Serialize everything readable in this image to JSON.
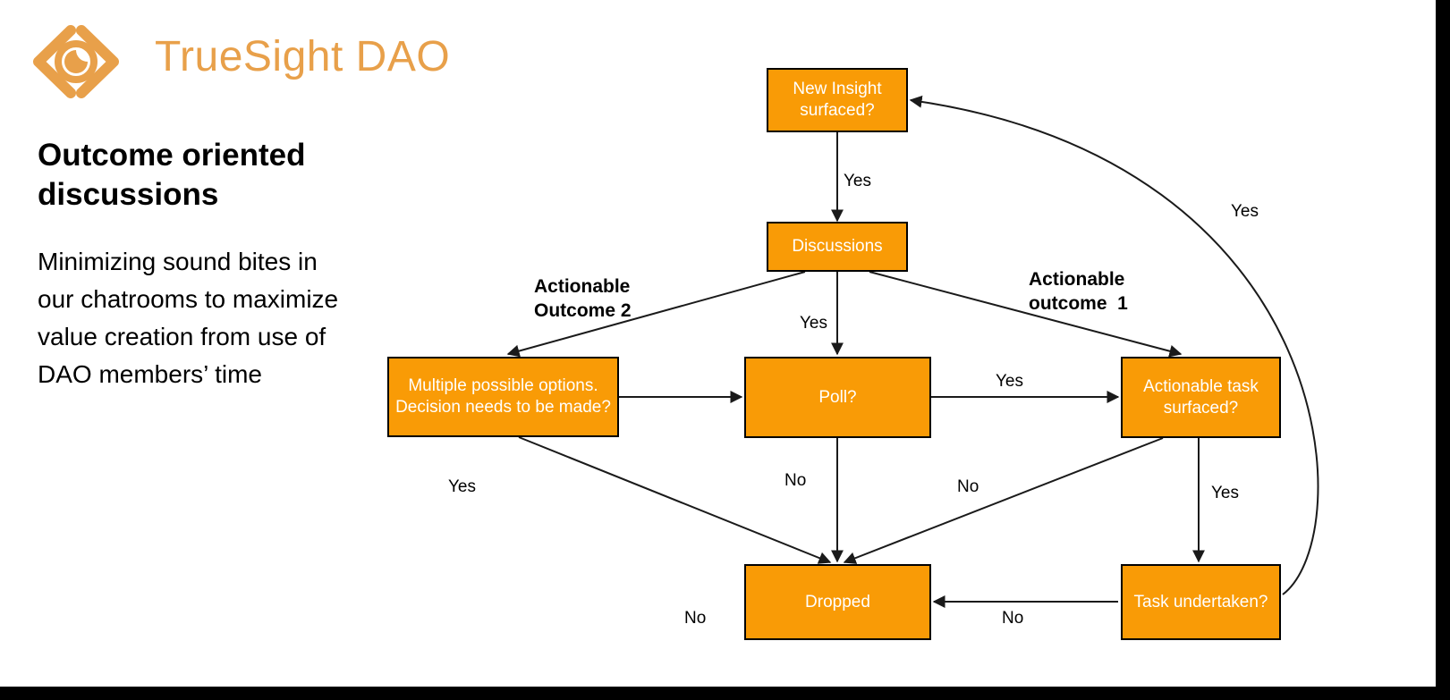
{
  "slide": {
    "background_color": "#ffffff",
    "frame_color": "#000000"
  },
  "brand": {
    "name": "TrueSight DAO",
    "logo_color": "#E8A04A",
    "logo_icon": "diamond-eye-logo"
  },
  "left_panel": {
    "headline": "Outcome oriented discussions",
    "body": "Minimizing sound bites in our chatrooms to maximize value creation from use of DAO members’ time"
  },
  "flowchart": {
    "node_fill": "#F99B06",
    "node_border": "#000000",
    "node_text_color": "#ffffff",
    "nodes": [
      {
        "id": "new-insight",
        "label": "New Insight surfaced?"
      },
      {
        "id": "discussions",
        "label": "Discussions"
      },
      {
        "id": "multiple-options",
        "label": "Multiple possible options. Decision needs to be made?"
      },
      {
        "id": "poll",
        "label": "Poll?"
      },
      {
        "id": "actionable-task",
        "label": "Actionable task surfaced?"
      },
      {
        "id": "dropped",
        "label": "Dropped"
      },
      {
        "id": "task-undertaken",
        "label": "Task undertaken?"
      }
    ],
    "annotations": [
      {
        "id": "outcome-2",
        "text": "Actionable\nOutcome 2"
      },
      {
        "id": "outcome-1",
        "text": "Actionable\noutcome  1"
      }
    ],
    "edge_labels": [
      {
        "id": "insight-to-discussions",
        "text": "Yes"
      },
      {
        "id": "discussions-to-poll",
        "text": "Yes"
      },
      {
        "id": "poll-to-task",
        "text": "Yes"
      },
      {
        "id": "options-to-dropped",
        "text": "Yes"
      },
      {
        "id": "poll-to-dropped",
        "text": "No"
      },
      {
        "id": "task-to-dropped",
        "text": "No"
      },
      {
        "id": "task-to-undertaken",
        "text": "Yes"
      },
      {
        "id": "undertaken-to-dropped",
        "text": "No"
      },
      {
        "id": "options-no",
        "text": "No"
      },
      {
        "id": "undertaken-to-insight",
        "text": "Yes"
      }
    ]
  }
}
